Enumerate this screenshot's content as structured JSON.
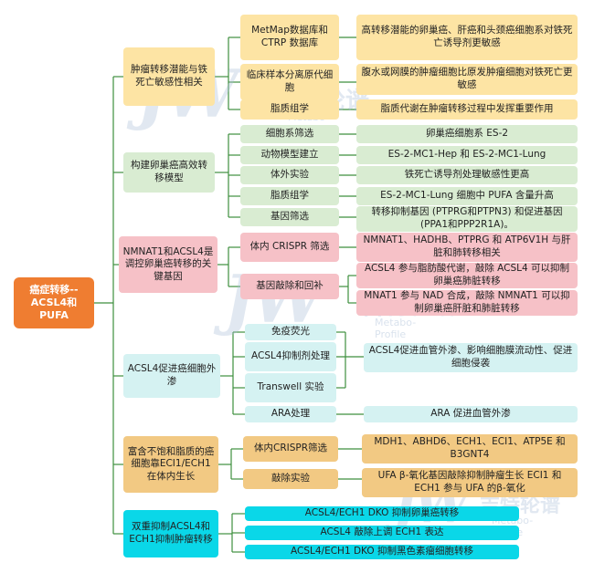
{
  "root": "癌症转移--ACSL4和PUFA",
  "groups": [
    {
      "label": "肿瘤转移潜能与铁死亡敏感性相关",
      "items": [
        {
          "method": "MetMap数据库和CTRP 数据库",
          "results": [
            "高转移潜能的卵巢癌、肝癌和头颈癌细胞系对铁死亡诱导剂更敏感"
          ]
        },
        {
          "method": "临床样本分离原代细胞",
          "results": [
            "腹水或网膜的肿瘤细胞比原发肿瘤细胞对铁死亡更敏感"
          ]
        },
        {
          "method": "脂质组学",
          "results": [
            "脂质代谢在肿瘤转移过程中发挥重要作用"
          ]
        }
      ]
    },
    {
      "label": "构建卵巢癌高效转移模型",
      "items": [
        {
          "method": "细胞系筛选",
          "results": [
            "卵巢癌细胞系 ES-2"
          ]
        },
        {
          "method": "动物模型建立",
          "results": [
            "ES-2-MC1-Hep 和 ES-2-MC1-Lung"
          ]
        },
        {
          "method": "体外实验",
          "results": [
            "铁死亡诱导剂处理敏感性更高"
          ]
        },
        {
          "method": "脂质组学",
          "results": [
            "ES-2-MC1-Lung 细胞中 PUFA 含量升高"
          ]
        },
        {
          "method": "基因筛选",
          "results": [
            "转移抑制基因 (PTPRG和PTPN3) 和促进基因 (PPA1和PPP2R1A)。"
          ]
        }
      ]
    },
    {
      "label": "NMNAT1和ACSL4是调控卵巢癌转移的关键基因",
      "items": [
        {
          "method": "体内 CRISPR 筛选",
          "results": [
            "NMNAT1、HADHB、PTPRG 和 ATP6V1H 与肝脏和肺转移相关"
          ]
        },
        {
          "method": "基因敲除和回补",
          "results": [
            "ACSL4 参与脂肪酸代谢，敲除 ACSL4 可以抑制卵巢癌肺脏转移",
            "MNAT1 参与 NAD 合成，敲除 NMNAT1 可以抑制卵巢癌肝脏和肺脏转移"
          ]
        }
      ]
    },
    {
      "label": "ACSL4促进癌细胞外渗",
      "items": [
        {
          "method": "免疫荧光",
          "results": []
        },
        {
          "method": "ACSL4抑制剂处理",
          "results": [
            "ACSL4促进血管外渗、影响细胞膜流动性、促进细胞侵袭"
          ]
        },
        {
          "method": "Transwell 实验",
          "results": []
        },
        {
          "method": "ARA处理",
          "results": [
            "ARA 促进血管外渗"
          ]
        }
      ]
    },
    {
      "label": "富含不饱和脂质的癌细胞靠ECI1/ECH1在体内生长",
      "items": [
        {
          "method": "体内CRISPR筛选",
          "results": [
            "MDH1、ABHD6、ECH1、ECI1、ATP5E 和 B3GNT4"
          ]
        },
        {
          "method": "敲除实验",
          "results": [
            "UFA β-氧化基因敲除抑制肿瘤生长 ECI1 和 ECH1 参与 UFA 的β-氧化"
          ]
        }
      ]
    },
    {
      "label": "双重抑制ACSL4和ECH1抑制肿瘤转移",
      "results": [
        "ACSL4/ECH1 DKO 抑制卵巢癌转移",
        "ACSL4 敲除上调 ECH1 表达",
        "ACSL4/ECH1 DKO 抑制黑色素瘤细胞转移"
      ]
    }
  ],
  "watermark": {
    "logo": "JW",
    "cn": "吉特轮谱",
    "en": "Metabo-Profile"
  },
  "colors": {
    "root": "#ef7d31",
    "connector": "#3e8f3e",
    "group1": "#fde4a4",
    "group2": "#d9ecd2",
    "group3": "#f6c1c7",
    "group4": "#d5f2f2",
    "group5": "#f2c983",
    "group6": "#0ad7e8"
  }
}
